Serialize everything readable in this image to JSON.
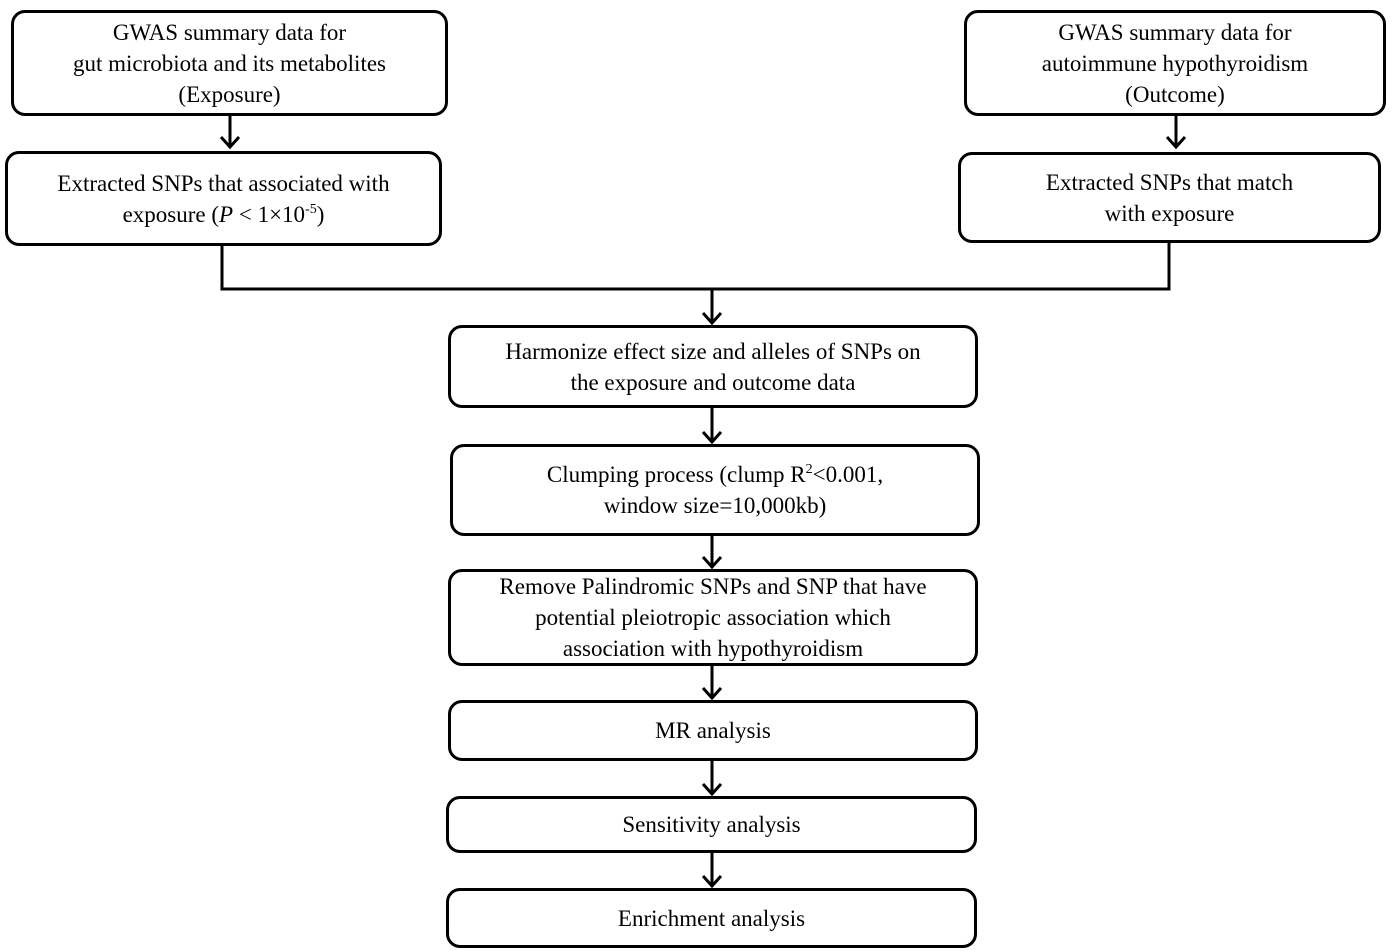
{
  "flowchart": {
    "exposure_source": {
      "line1": "GWAS summary data for",
      "line2": "gut microbiota and its metabolites",
      "line3": "(Exposure)"
    },
    "outcome_source": {
      "line1": "GWAS summary data for",
      "line2": "autoimmune hypothyroidism",
      "line3": "(Outcome)"
    },
    "exposure_snps": {
      "line1": "Extracted SNPs that associated with",
      "line2_prefix": "exposure (",
      "line2_p": "P",
      "line2_mid": " < 1×10",
      "line2_exp": "-5",
      "line2_suffix": ")"
    },
    "outcome_snps": {
      "line1": "Extracted SNPs that match",
      "line2": "with exposure"
    },
    "harmonize": {
      "line1": "Harmonize effect size and alleles of SNPs on",
      "line2": "the exposure and outcome data"
    },
    "clumping": {
      "line1_prefix": "Clumping process (clump R",
      "line1_sup": "2",
      "line1_suffix": "<0.001,",
      "line2": "window size=10,000kb)"
    },
    "remove": {
      "line1": "Remove Palindromic SNPs and SNP that have",
      "line2": "potential pleiotropic association which",
      "line3": "association with hypothyroidism"
    },
    "mr_analysis": "MR analysis",
    "sensitivity_analysis": "Sensitivity analysis",
    "enrichment_analysis": "Enrichment analysis"
  }
}
